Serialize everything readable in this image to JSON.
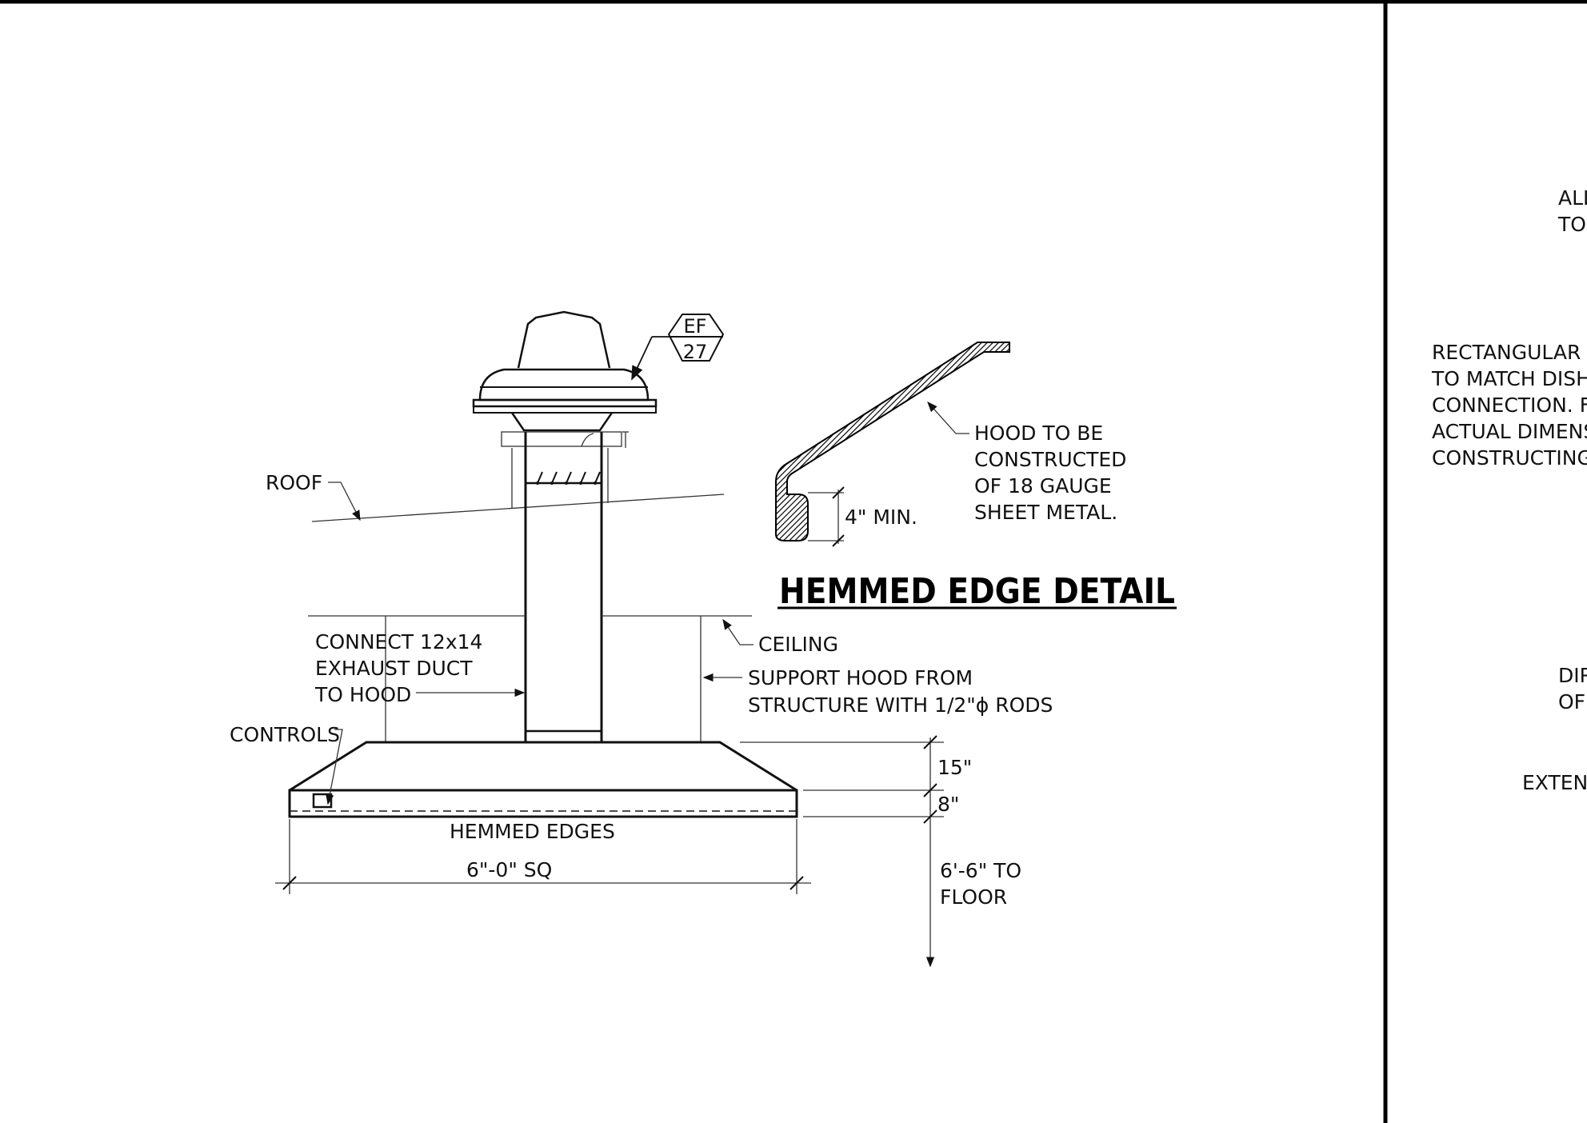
{
  "fan_tag": {
    "top": "EF",
    "bottom": "27"
  },
  "labels": {
    "roof": "ROOF",
    "ceiling": "CEILING",
    "controls": "CONTROLS",
    "hemmed_edges": "HEMMED EDGES",
    "connect_note": [
      "CONNECT 12x14",
      "EXHAUST DUCT",
      "TO HOOD"
    ],
    "support_note": [
      "SUPPORT HOOD FROM",
      "STRUCTURE WITH 1/2\"ϕ RODS"
    ],
    "hood_note": [
      "HOOD TO BE",
      "CONSTRUCTED",
      "OF 18 GAUGE",
      "SHEET METAL."
    ],
    "hem_min": "4\" MIN."
  },
  "dimensions": {
    "width": "6\"-0\" SQ",
    "hood_height": "15\"",
    "hem_height": "8\"",
    "to_floor": [
      "6'-6\" TO",
      "FLOOR"
    ]
  },
  "detail_title": "HEMMED EDGE DETAIL",
  "right_panel_fragments": {
    "a": [
      "ALL",
      "TO"
    ],
    "b": [
      "RECTANGULAR D",
      "TO MATCH DISH",
      "CONNECTION. FI",
      "ACTUAL DIMENS",
      "CONSTRUCTING"
    ],
    "c": [
      "DIR",
      "OF"
    ],
    "d": [
      "EXTEND"
    ]
  }
}
